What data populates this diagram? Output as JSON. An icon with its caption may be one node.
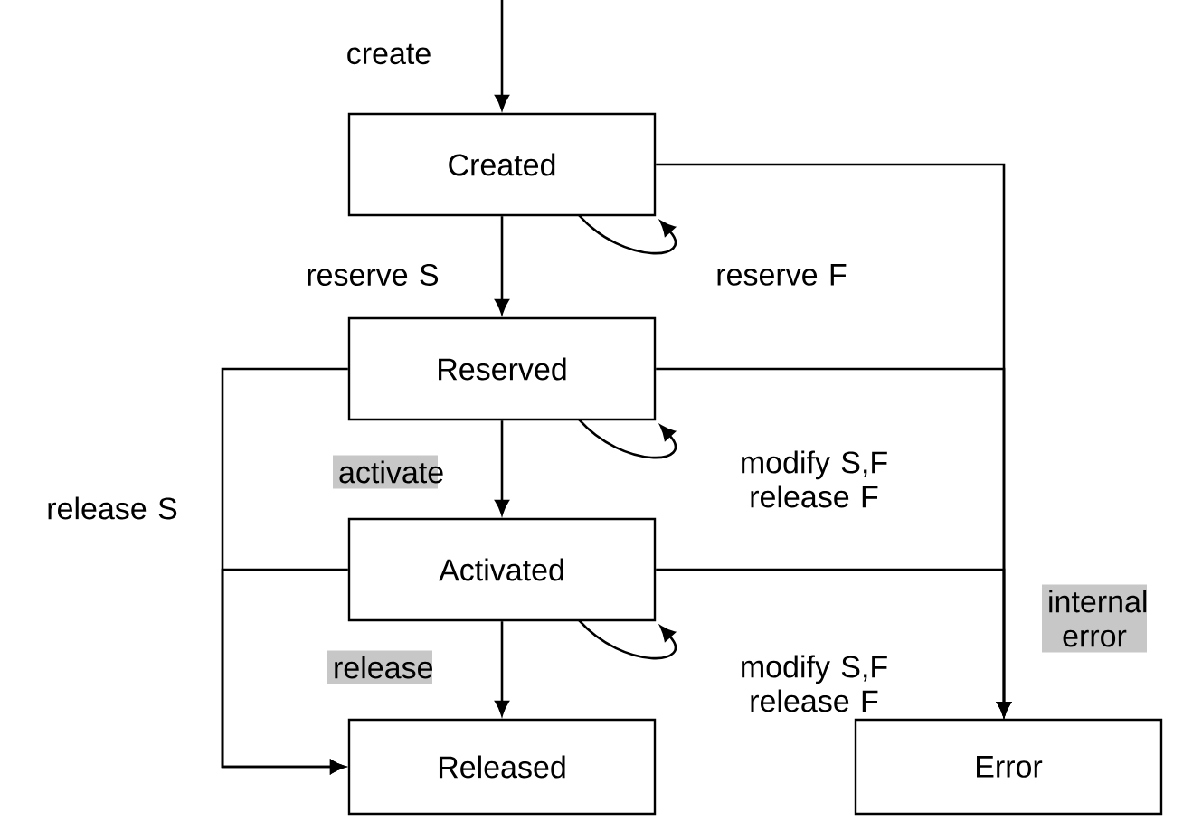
{
  "diagram": {
    "nodes": [
      {
        "text": [
          "Created"
        ]
      },
      {
        "text": [
          "Reserved"
        ]
      },
      {
        "text": [
          "Activated"
        ]
      },
      {
        "text": [
          "Released"
        ]
      },
      {
        "text": [
          "Error"
        ]
      }
    ],
    "edges": [
      {
        "from": null,
        "to": 0,
        "arrow": "to",
        "label": "create"
      },
      {
        "from": 0,
        "to": 1,
        "arrow": "to",
        "label": "reserve S"
      },
      {
        "from": 0,
        "to": 0,
        "arrow": "to",
        "label": "reserve F"
      },
      {
        "from": 1,
        "to": 2,
        "arrow": "to",
        "label": "activate"
      },
      {
        "from": 1,
        "to": 1,
        "arrow": "to",
        "label": "modify S,F release F"
      },
      {
        "from": 2,
        "to": 3,
        "arrow": "to",
        "label": "release"
      },
      {
        "from": 2,
        "to": 2,
        "arrow": "to",
        "label": "modify S,F release F"
      },
      {
        "from": 1,
        "to": 3,
        "arrow": "to",
        "label": "release S"
      },
      {
        "from": 2,
        "to": 3,
        "arrow": "to"
      },
      {
        "from": 0,
        "to": 4,
        "arrow": "to",
        "label": "internal error"
      },
      {
        "from": 1,
        "to": 4,
        "arrow": "to"
      },
      {
        "from": 2,
        "to": 4,
        "arrow": "to"
      }
    ]
  }
}
